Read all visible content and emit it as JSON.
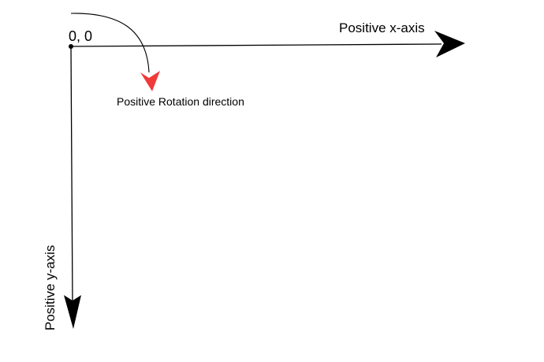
{
  "origin_label": "0, 0",
  "x_axis_label": "Positive x-axis",
  "y_axis_label": "Positive y-axis",
  "rotation_label": "Positive Rotation direction",
  "colors": {
    "axes": "#000000",
    "rotation_arc": "#000000",
    "rotation_arrowhead": "#f03a3a",
    "background": "#ffffff"
  }
}
